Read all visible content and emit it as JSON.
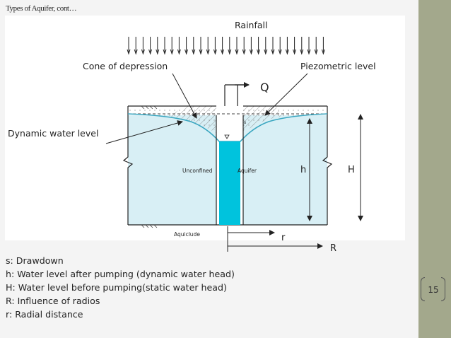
{
  "slide": {
    "title": "Types of Aquifer, cont…",
    "page_number": "15"
  },
  "diagram": {
    "rainfall": "Rainfall",
    "cone_of_depression": "Cone of depression",
    "piezometric_level": "Piezometric level",
    "dynamic_water_level": "Dynamic water level",
    "discharge": "Q",
    "drawdown_symbol": "s",
    "unconfined": "Unconfined",
    "aquifer": "Aquifer",
    "aquiclude": "Aquiclude",
    "h_label": "h",
    "H_label": "H",
    "r_label": "r",
    "R_label": "R"
  },
  "legend": [
    "s: Drawdown",
    "h: Water level after pumping (dynamic water head)",
    "H: Water level before pumping(static water head)",
    "R: Influence of radios",
    "r: Radial distance"
  ],
  "colors": {
    "sidebar": "#a3a88c",
    "water": "#d6eef4",
    "well": "#00c3dd",
    "line": "#222222"
  }
}
